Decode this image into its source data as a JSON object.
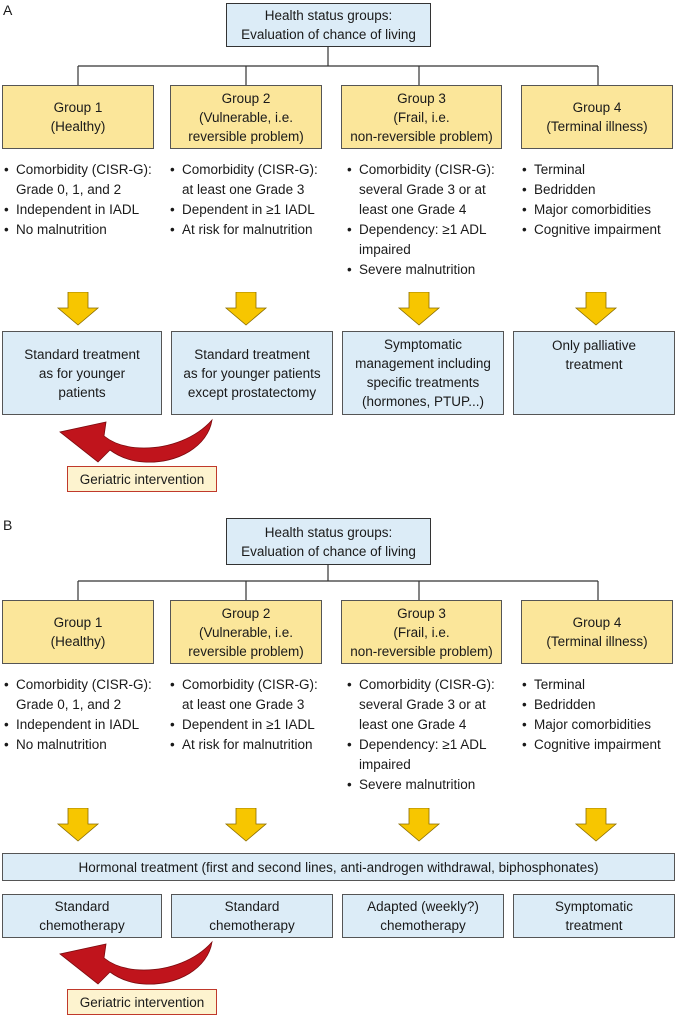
{
  "colors": {
    "title_fill": "#dcecf7",
    "group_fill": "#fbe69a",
    "treatment_fill": "#dcecf7",
    "arrow_fill": "#f7c600",
    "curve_arrow_fill": "#c0141c",
    "geriatric_border": "#c0392b",
    "geriatric_fill": "#fdf3cf"
  },
  "icons": {
    "down_arrow": "down-arrow-icon",
    "curved_arrow": "curved-arrow-icon"
  },
  "panelA": {
    "label": "A",
    "title_line1": "Health status groups:",
    "title_line2": "Evaluation of chance of living",
    "groups": [
      {
        "line1": "Group 1",
        "line2": "(Healthy)",
        "line3": ""
      },
      {
        "line1": "Group 2",
        "line2": "(Vulnerable, i.e.",
        "line3": "reversible problem)"
      },
      {
        "line1": "Group 3",
        "line2": "(Frail, i.e.",
        "line3": "non-reversible problem)"
      },
      {
        "line1": "Group 4",
        "line2": "(Terminal illness)",
        "line3": ""
      }
    ],
    "criteria": [
      [
        "Comorbidity (CISR-G):\nGrade 0, 1, and 2",
        "Independent in IADL",
        "No malnutrition"
      ],
      [
        "Comorbidity (CISR-G):\nat least one Grade 3",
        "Dependent in ≥1 IADL",
        "At risk for malnutrition"
      ],
      [
        "Comorbidity (CISR-G):\nseveral Grade 3 or at\nleast one Grade 4",
        "Dependency: ≥1 ADL\nimpaired",
        "Severe malnutrition"
      ],
      [
        "Terminal",
        "Bedridden",
        "Major comorbidities",
        "Cognitive impairment"
      ]
    ],
    "treatments": [
      {
        "lines": [
          "Standard treatment",
          "as for younger",
          "patients"
        ]
      },
      {
        "lines": [
          "Standard treatment",
          "as for younger patients",
          "except prostatectomy"
        ]
      },
      {
        "lines": [
          "Symptomatic",
          "management including",
          "specific treatments",
          "(hormones, PTUP...)"
        ]
      },
      {
        "lines": [
          "Only palliative",
          "treatment"
        ]
      }
    ],
    "geriatric": "Geriatric intervention"
  },
  "panelB": {
    "label": "B",
    "title_line1": "Health status groups:",
    "title_line2": "Evaluation of chance of living",
    "groups": [
      {
        "line1": "Group 1",
        "line2": "(Healthy)",
        "line3": ""
      },
      {
        "line1": "Group 2",
        "line2": "(Vulnerable, i.e.",
        "line3": "reversible problem)"
      },
      {
        "line1": "Group 3",
        "line2": "(Frail, i.e.",
        "line3": "non-reversible problem)"
      },
      {
        "line1": "Group 4",
        "line2": "(Terminal illness)",
        "line3": ""
      }
    ],
    "criteria": [
      [
        "Comorbidity (CISR-G):\nGrade 0, 1, and 2",
        "Independent in IADL",
        "No malnutrition"
      ],
      [
        "Comorbidity (CISR-G):\nat least one Grade 3",
        "Dependent in ≥1 IADL",
        "At risk for malnutrition"
      ],
      [
        "Comorbidity (CISR-G):\nseveral Grade 3 or at\nleast one Grade 4",
        "Dependency: ≥1 ADL\nimpaired",
        "Severe malnutrition"
      ],
      [
        "Terminal",
        "Bedridden",
        "Major comorbidities",
        "Cognitive impairment"
      ]
    ],
    "hormonal": "Hormonal treatment (first and second lines, anti-androgen withdrawal, biphosphonates)",
    "treatments": [
      {
        "lines": [
          "Standard",
          "chemotherapy"
        ]
      },
      {
        "lines": [
          "Standard",
          "chemotherapy"
        ]
      },
      {
        "lines": [
          "Adapted (weekly?)",
          "chemotherapy"
        ]
      },
      {
        "lines": [
          "Symptomatic",
          "treatment"
        ]
      }
    ],
    "geriatric": "Geriatric intervention"
  }
}
